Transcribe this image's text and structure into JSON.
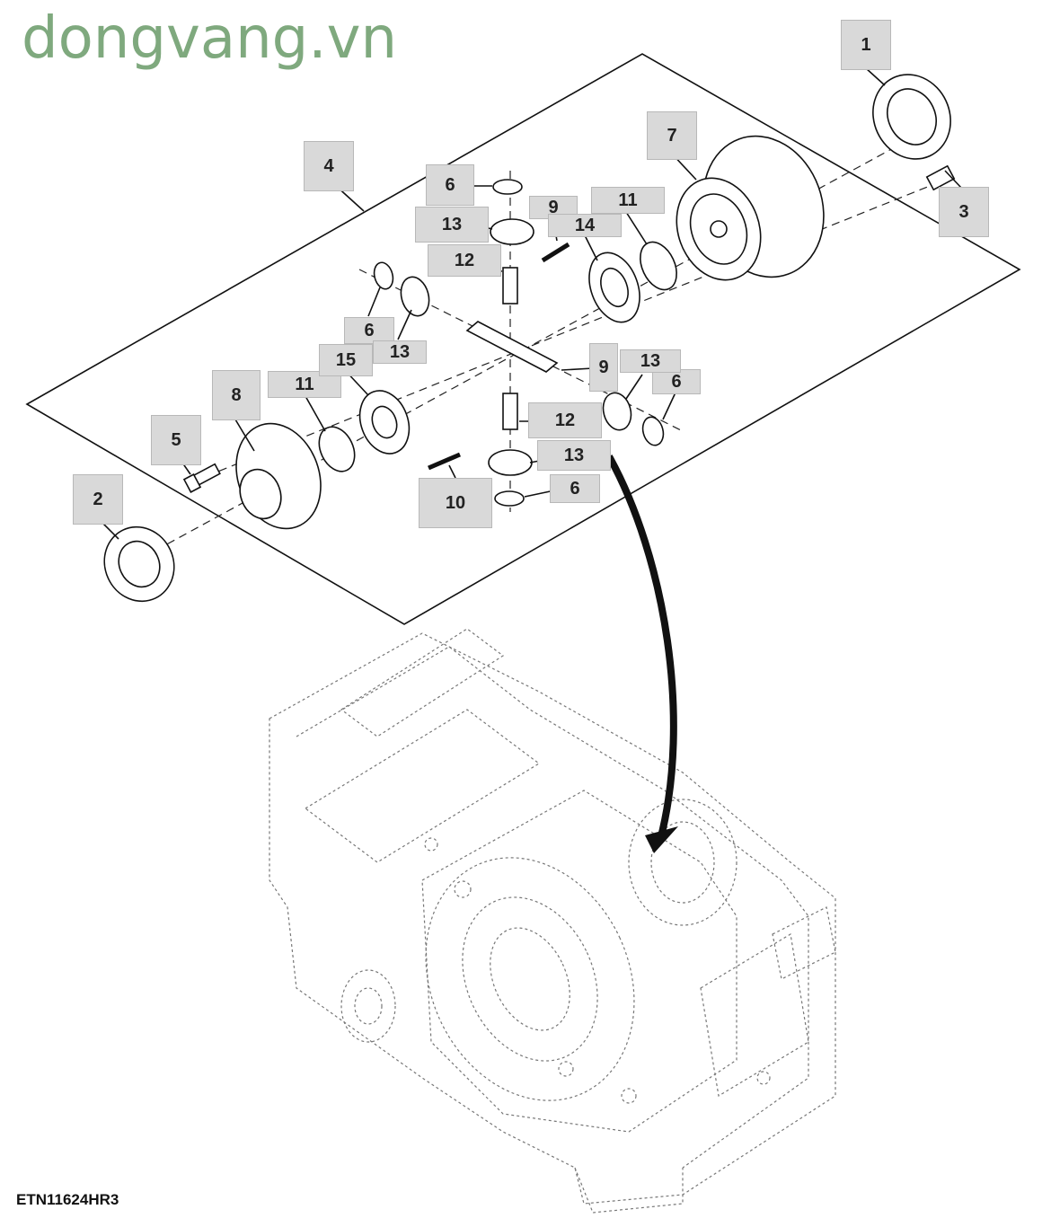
{
  "watermark": "dongvang.vn",
  "figure_id": "ETN11624HR3",
  "callouts": [
    "1",
    "2",
    "3",
    "4",
    "5",
    "6",
    "7",
    "8",
    "9",
    "10",
    "11",
    "12",
    "13",
    "14",
    "15"
  ]
}
